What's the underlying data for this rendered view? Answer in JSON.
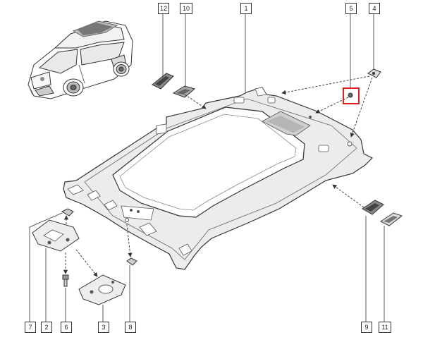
{
  "colors": {
    "line": "#444444",
    "highlight": "#e02020",
    "fill": "#ededed"
  },
  "callouts": [
    {
      "ref": "1"
    },
    {
      "ref": "2"
    },
    {
      "ref": "3"
    },
    {
      "ref": "4"
    },
    {
      "ref": "5"
    },
    {
      "ref": "6"
    },
    {
      "ref": "7"
    },
    {
      "ref": "8"
    },
    {
      "ref": "9"
    },
    {
      "ref": "10"
    },
    {
      "ref": "11"
    },
    {
      "ref": "12"
    }
  ]
}
